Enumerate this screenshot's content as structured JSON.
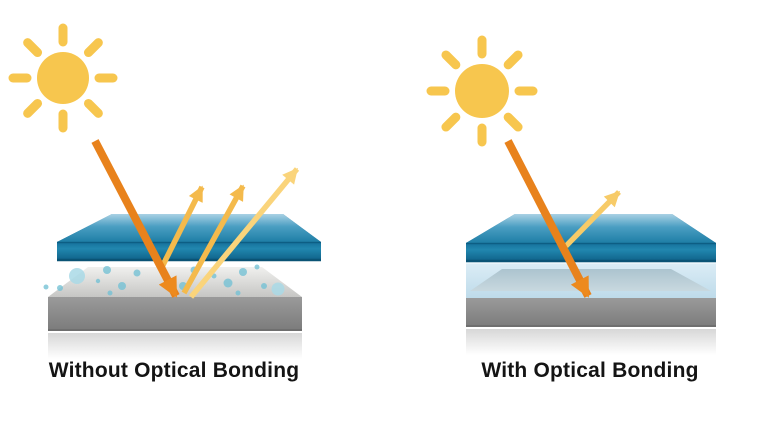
{
  "panels": [
    {
      "id": "without",
      "label": "Without Optical Bonding",
      "sun_icon": "sun-icon",
      "incident_rays": 1,
      "reflected_rays": 3,
      "layers": [
        "blue cover glass",
        "air gap with bubbles",
        "gray display panel"
      ]
    },
    {
      "id": "with",
      "label": "With Optical Bonding",
      "sun_icon": "sun-icon",
      "incident_rays": 1,
      "reflected_rays": 1,
      "layers": [
        "blue cover glass",
        "light-blue optical bonding layer",
        "gray display panel"
      ]
    }
  ],
  "colors": {
    "background": "#FFFFFF",
    "sun": "#F7C64E",
    "incident_ray": "#E8821C",
    "reflected_ray_strong": "#F4BA4C",
    "reflected_ray_soft": "#FAD47B",
    "reflected_ray_single": "#F7CB68",
    "glass_top": "#4A9EC2",
    "glass_front": "#15709B",
    "bonding_layer": "#C9E2EF",
    "bonding_inner": "#B2C8D2",
    "panel_gray": "#8A8A8A",
    "panel_top_gray": "#D9D9D7",
    "bubble": "#8FCBDC",
    "label_text": "#141414"
  }
}
